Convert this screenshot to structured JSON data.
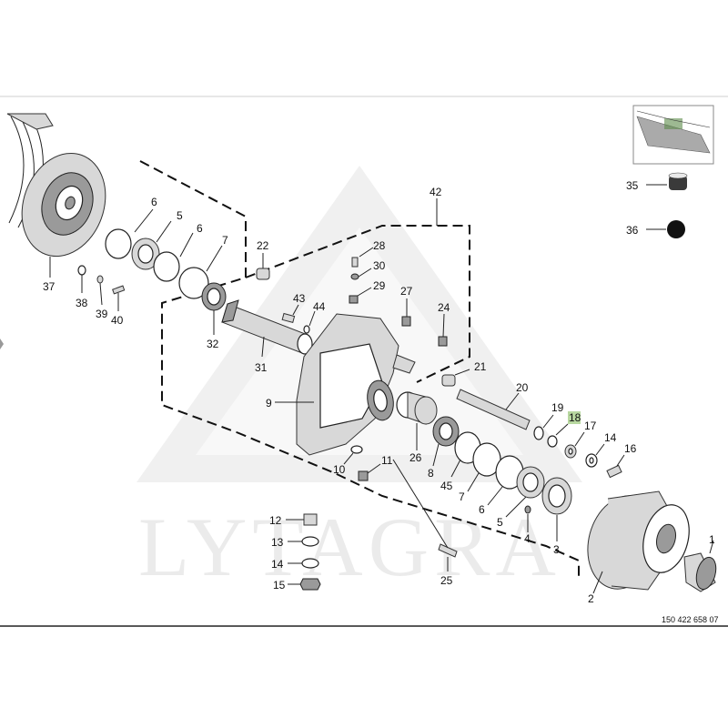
{
  "watermark": {
    "text": "LYTAGRA"
  },
  "drawing_number": "150 422 658 07",
  "highlight_color": "#b8d8a0",
  "callouts": [
    {
      "id": "c1",
      "label": "1"
    },
    {
      "id": "c2",
      "label": "2"
    },
    {
      "id": "c3",
      "label": "3"
    },
    {
      "id": "c4",
      "label": "4"
    },
    {
      "id": "c5",
      "label": "5"
    },
    {
      "id": "c5b",
      "label": "5"
    },
    {
      "id": "c6",
      "label": "6"
    },
    {
      "id": "c6b",
      "label": "6"
    },
    {
      "id": "c6c",
      "label": "6"
    },
    {
      "id": "c7",
      "label": "7"
    },
    {
      "id": "c7b",
      "label": "7"
    },
    {
      "id": "c8",
      "label": "8"
    },
    {
      "id": "c9",
      "label": "9"
    },
    {
      "id": "c10",
      "label": "10"
    },
    {
      "id": "c11",
      "label": "11"
    },
    {
      "id": "c12",
      "label": "12"
    },
    {
      "id": "c13",
      "label": "13"
    },
    {
      "id": "c14",
      "label": "14"
    },
    {
      "id": "c14b",
      "label": "14"
    },
    {
      "id": "c15",
      "label": "15"
    },
    {
      "id": "c16",
      "label": "16"
    },
    {
      "id": "c17",
      "label": "17"
    },
    {
      "id": "c18",
      "label": "18"
    },
    {
      "id": "c19",
      "label": "19"
    },
    {
      "id": "c20",
      "label": "20"
    },
    {
      "id": "c21",
      "label": "21"
    },
    {
      "id": "c22",
      "label": "22"
    },
    {
      "id": "c24",
      "label": "24"
    },
    {
      "id": "c25",
      "label": "25"
    },
    {
      "id": "c26",
      "label": "26"
    },
    {
      "id": "c27",
      "label": "27"
    },
    {
      "id": "c28",
      "label": "28"
    },
    {
      "id": "c29",
      "label": "29"
    },
    {
      "id": "c30",
      "label": "30"
    },
    {
      "id": "c31",
      "label": "31"
    },
    {
      "id": "c32",
      "label": "32"
    },
    {
      "id": "c35",
      "label": "35"
    },
    {
      "id": "c36",
      "label": "36"
    },
    {
      "id": "c37",
      "label": "37"
    },
    {
      "id": "c38",
      "label": "38"
    },
    {
      "id": "c39",
      "label": "39"
    },
    {
      "id": "c40",
      "label": "40"
    },
    {
      "id": "c42",
      "label": "42"
    },
    {
      "id": "c43",
      "label": "43"
    },
    {
      "id": "c44",
      "label": "44"
    },
    {
      "id": "c45",
      "label": "45"
    }
  ]
}
